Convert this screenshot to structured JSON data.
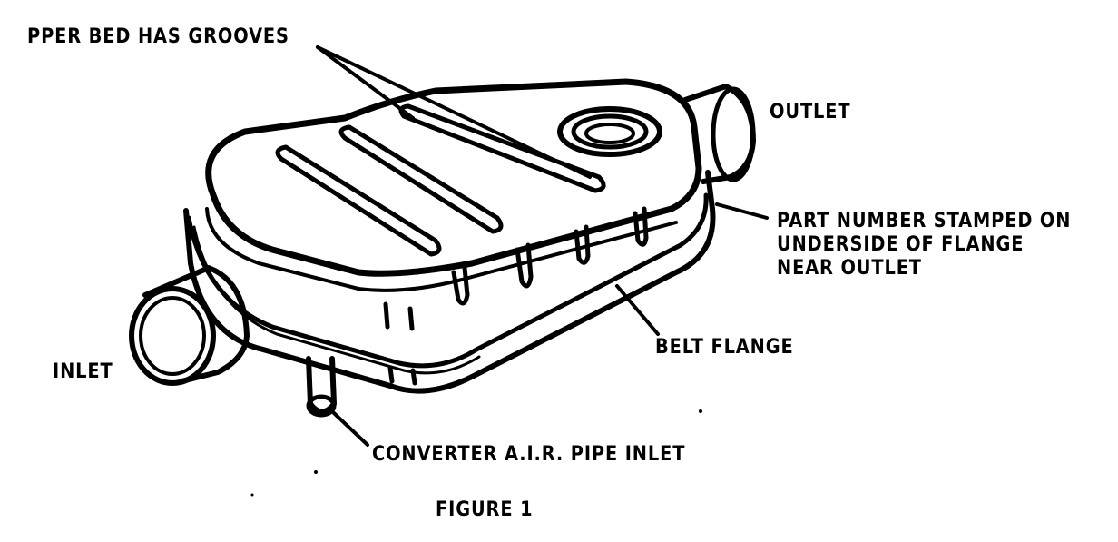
{
  "labels": {
    "groove_bed": "PPER BED HAS GROOVES",
    "outlet": "OUTLET",
    "part_number": [
      "PART NUMBER STAMPED ON",
      "UNDERSIDE OF FLANGE",
      "NEAR OUTLET"
    ],
    "belt_flange": "BELT FLANGE",
    "inlet": "INLET",
    "air_pipe_inlet": "CONVERTER A.I.R. PIPE INLET",
    "caption": "FIGURE 1"
  }
}
